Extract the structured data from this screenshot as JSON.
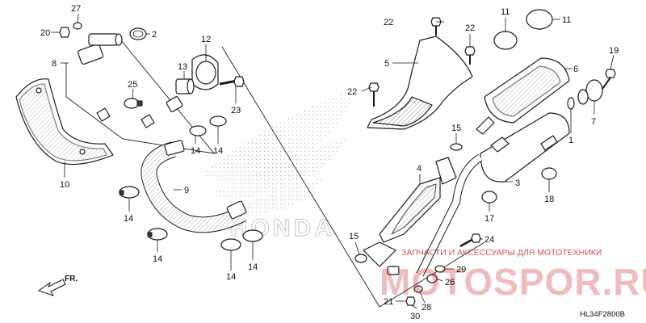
{
  "diagram": {
    "drawing_code": "HL34F2800B",
    "front_label": "FR.",
    "watermark": {
      "brand": "MOTOSPOR.RU",
      "tagline": "ЗАПЧАСТИ И АКСЕССУАРЫ ДЛЯ МОТОТЕХНИКИ",
      "logo_text": "HONDA"
    },
    "callouts": {
      "n1": "1",
      "n2": "2",
      "n3": "3",
      "n4": "4",
      "n5": "5",
      "n6": "6",
      "n7": "7",
      "n8": "8",
      "n9": "9",
      "n10": "10",
      "n11a": "11",
      "n11b": "11",
      "n12": "12",
      "n13": "13",
      "n14a": "14",
      "n14b": "14",
      "n14c": "14",
      "n14d": "14",
      "n14e": "14",
      "n14f": "14",
      "n15a": "15",
      "n15b": "15",
      "n17": "17",
      "n18": "18",
      "n19": "19",
      "n20": "20",
      "n21": "21",
      "n22a": "22",
      "n22b": "22",
      "n22c": "22",
      "n23": "23",
      "n24": "24",
      "n25": "25",
      "n26": "26",
      "n27": "27",
      "n28": "28",
      "n29": "29",
      "n30": "30"
    }
  }
}
